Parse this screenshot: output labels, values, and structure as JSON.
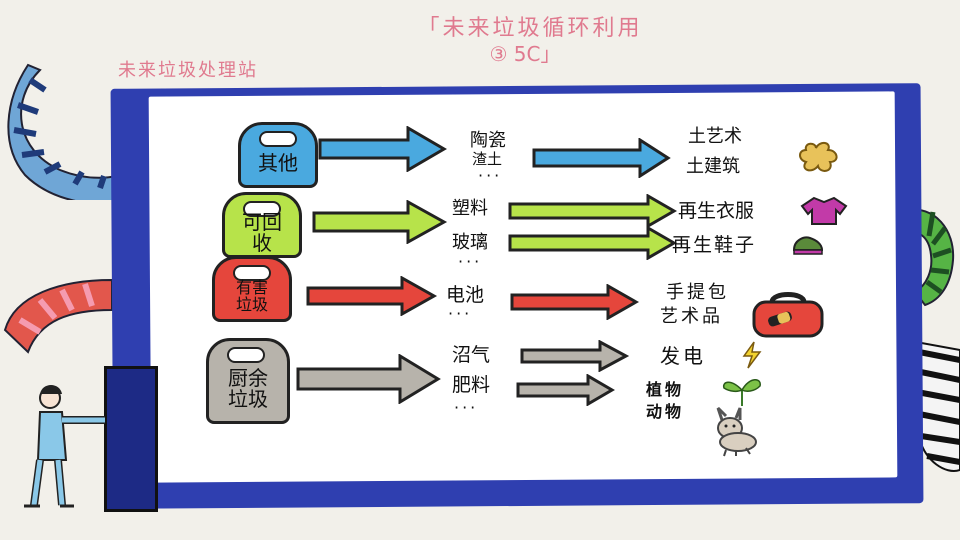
{
  "title": "「未来垃圾循环利用",
  "title_sub": "③ 5C」",
  "subtitle": "未来垃圾处理站",
  "categories": [
    {
      "tag": "其他",
      "color": "#4aa9df",
      "inputs": [
        "陶瓷",
        "渣土",
        "···"
      ],
      "outputs": [
        "土艺术",
        "土建筑"
      ]
    },
    {
      "tag": "可回收",
      "color": "#b7e34a",
      "inputs": [
        "塑料",
        "玻璃",
        "···"
      ],
      "outputs": [
        "再生衣服",
        "再生鞋子"
      ]
    },
    {
      "tag": "有害垃圾",
      "color": "#e5463c",
      "inputs": [
        "电池",
        "···"
      ],
      "outputs": [
        "手提包",
        "艺术品"
      ]
    },
    {
      "tag": "厨余垃圾",
      "color": "#b7b3ab",
      "inputs": [
        "沼气",
        "肥料",
        "···"
      ],
      "outputs": [
        "发电",
        "植物",
        "动物"
      ]
    }
  ]
}
